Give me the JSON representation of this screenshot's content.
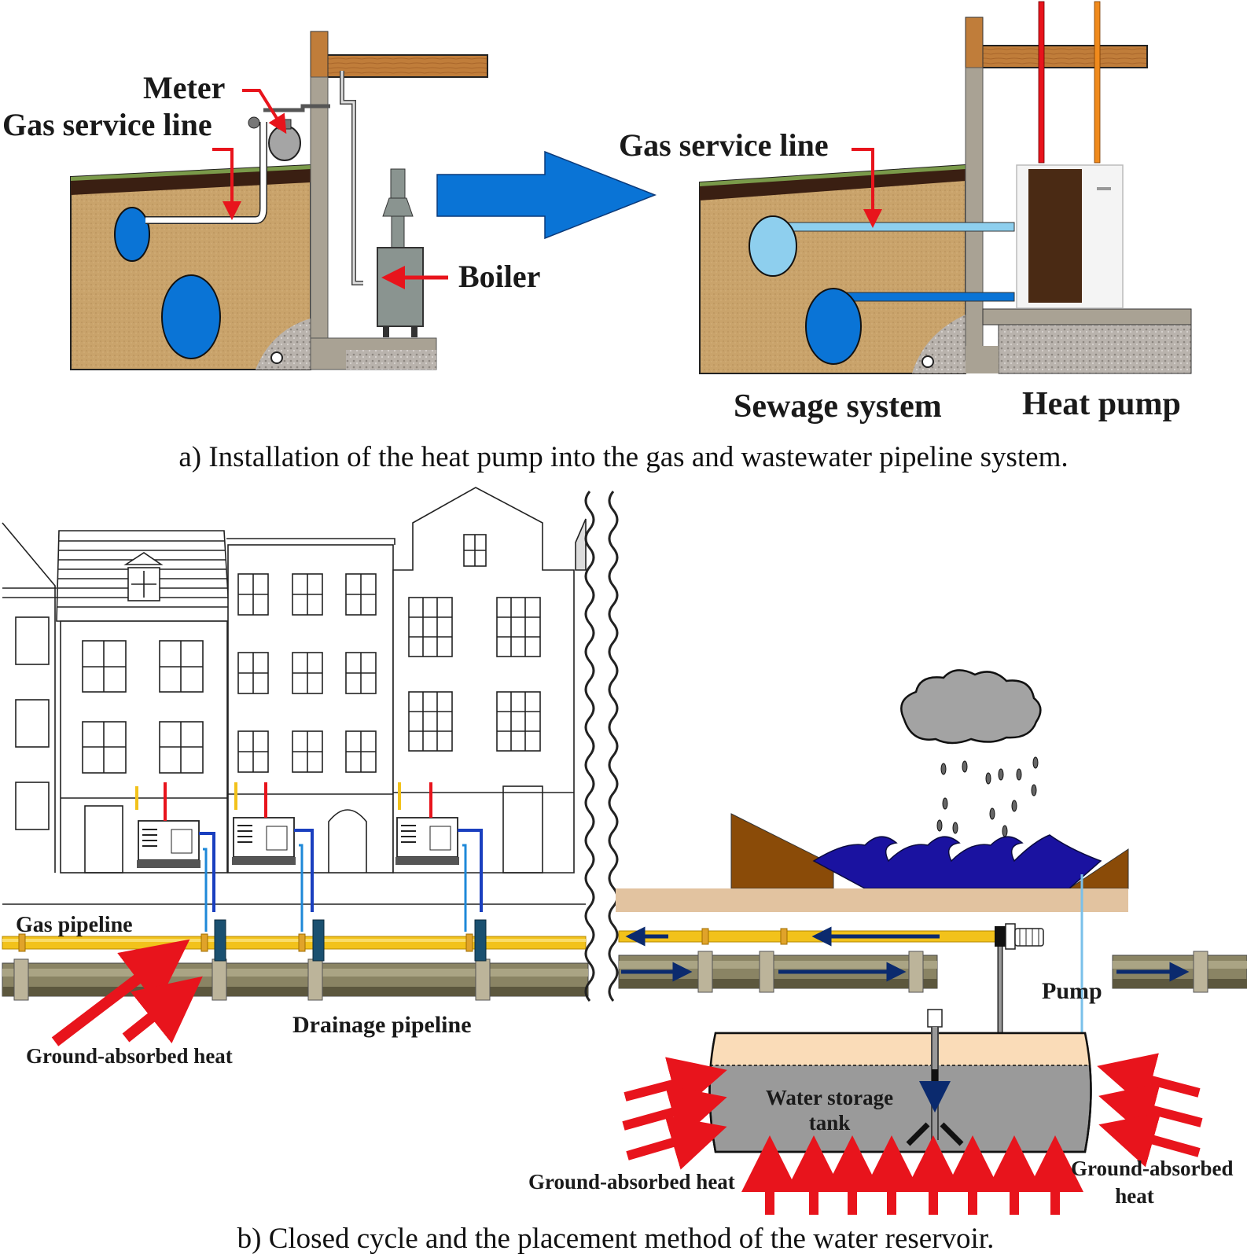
{
  "panel_a": {
    "caption": "a) Installation of the heat pump into the gas and wastewater pipeline system.",
    "before": {
      "labels": {
        "meter": "Meter",
        "gas_service_line": "Gas service line",
        "boiler": "Boiler"
      }
    },
    "after": {
      "labels": {
        "gas_service_line": "Gas service line",
        "sewage_system": "Sewage system",
        "heat_pump": "Heat pump"
      }
    }
  },
  "panel_b": {
    "caption": "b) Closed cycle and the placement method of the water reservoir.",
    "labels": {
      "gas_pipeline": "Gas pipeline",
      "drainage_pipeline": "Drainage pipeline",
      "ground_heat_left": "Ground-absorbed heat",
      "ground_heat_bottom": "Ground-absorbed heat",
      "ground_heat_right_line1": "Ground-absorbed",
      "ground_heat_right_line2": "heat",
      "pump": "Pump",
      "tank_line1": "Water storage",
      "tank_line2": "tank"
    }
  },
  "colors": {
    "soil": "#c9a36b",
    "water_blue": "#0a74d6",
    "light_blue": "#8ecfee",
    "arrow_red": "#e8141c",
    "gas_yellow": "#f2c21b",
    "drain_olive": "#8a8464",
    "wave_navy": "#1a12a0",
    "hill_brown": "#8a4b08",
    "tank_gray": "#9a9a9a"
  }
}
